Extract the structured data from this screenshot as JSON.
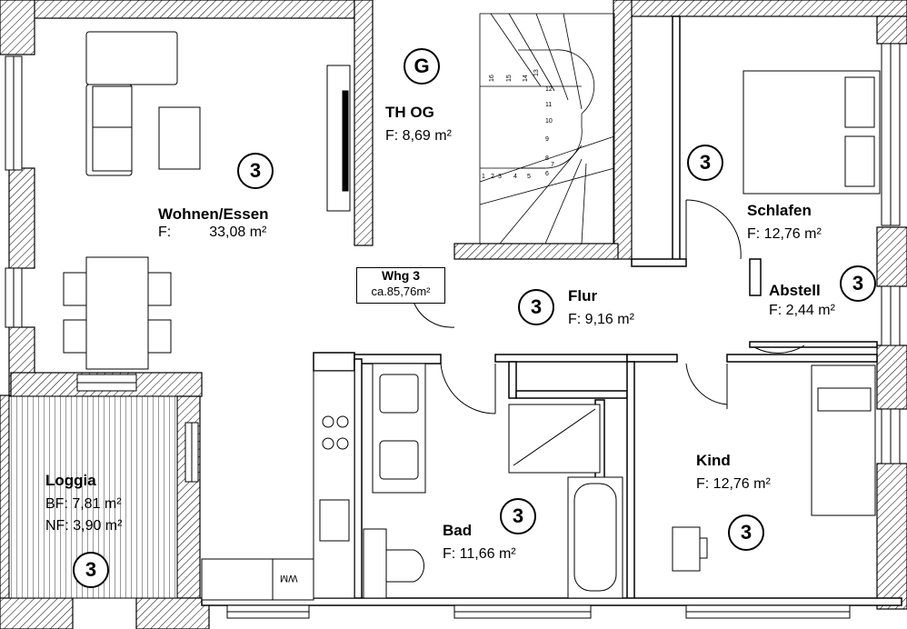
{
  "apartment": {
    "name": "Whg 3",
    "area": "ca.85,76m²"
  },
  "rooms": [
    {
      "id": "wohnen",
      "name": "Wohnen/Essen",
      "area_label": "F:",
      "area": "33,08 m²",
      "badge": "3"
    },
    {
      "id": "th_og",
      "name": "TH OG",
      "area": "F: 8,69 m²",
      "badge": "G"
    },
    {
      "id": "schlafen",
      "name": "Schlafen",
      "area": "F: 12,76 m²",
      "badge": "3"
    },
    {
      "id": "abstell",
      "name": "Abstell",
      "area": "F: 2,44 m²",
      "badge": "3"
    },
    {
      "id": "flur",
      "name": "Flur",
      "area": "F: 9,16 m²",
      "badge": "3"
    },
    {
      "id": "loggia",
      "name": "Loggia",
      "area_bf": "BF: 7,81 m²",
      "area_nf": "NF: 3,90 m²",
      "badge": "3"
    },
    {
      "id": "bad",
      "name": "Bad",
      "area": "F: 11,66 m²",
      "badge": "3"
    },
    {
      "id": "kind",
      "name": "Kind",
      "area": "F: 12,76 m²",
      "badge": "3"
    }
  ],
  "fixtures": {
    "washer_label": "WM"
  },
  "stair_steps": [
    "16",
    "15",
    "14",
    "13",
    "12",
    "11",
    "10",
    "9",
    "8",
    "7",
    "6",
    "5",
    "4",
    "3",
    "2",
    "1"
  ],
  "colors": {
    "wall_hatch": "#000000",
    "background": "#ffffff"
  }
}
